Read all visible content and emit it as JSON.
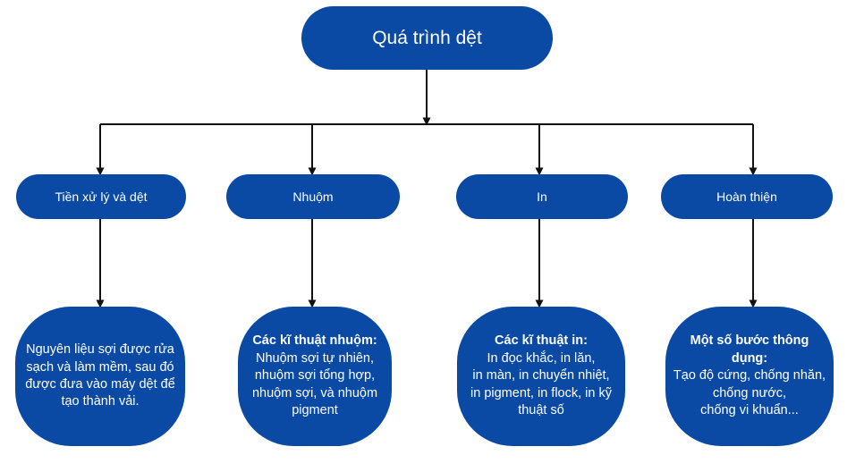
{
  "root": {
    "label": "Quá trình dệt"
  },
  "branches": [
    {
      "label": "Tiền xử lý và dệt",
      "detail_heading": "",
      "detail_body": "Nguyên liệu sợi được rửa\nsạch và làm mềm, sau đó\nđược đưa vào máy dệt để\ntạo thành vải."
    },
    {
      "label": "Nhuộm",
      "detail_heading": "Các kĩ thuật nhuộm:",
      "detail_body": "Nhuộm sợi tự nhiên,\nnhuộm sợi tổng hợp,\nnhuộm sợi, và nhuộm\npigment"
    },
    {
      "label": "In",
      "detail_heading": "Các kĩ thuật in:",
      "detail_body": "In đọc khắc, in lăn,\nin màn, in chuyển nhiệt,\nin pigment, in flock, in kỹ\nthuật số"
    },
    {
      "label": "Hoàn thiện",
      "detail_heading": "Một số bước thông dụng:",
      "detail_body": "Tạo độ cứng, chống nhăn,\nchống nước,\nchống vi khuẩn..."
    }
  ],
  "colors": {
    "node_fill": "#0a4aa5",
    "node_text": "#ffffff",
    "connector": "#111111"
  }
}
